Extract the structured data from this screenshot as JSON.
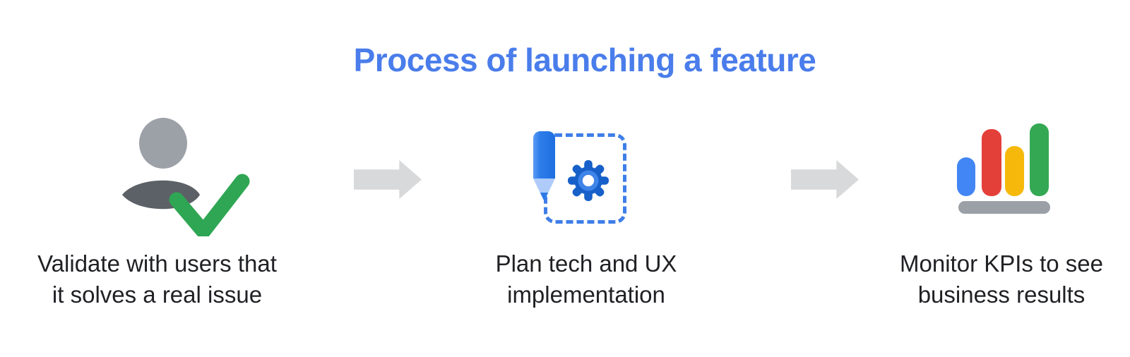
{
  "title": "Process of launching a feature",
  "steps": [
    {
      "icon": "user-validated-icon",
      "lines": [
        "Validate with users that",
        "it solves a real issue"
      ]
    },
    {
      "icon": "plan-pencil-gear-icon",
      "lines": [
        "Plan tech and UX",
        "implementation"
      ]
    },
    {
      "icon": "kpi-bar-chart-icon",
      "lines": [
        "Monitor KPIs to see",
        "business results"
      ]
    }
  ],
  "colors": {
    "title_blue": "#4A7DEB",
    "label_text": "#202124",
    "arrow_gray": "#D8D9DA",
    "person_head_gray": "#9CA1A8",
    "person_body_gray": "#5C6167",
    "check_green": "#2FA653",
    "pencil_blue": "#2E7DEA",
    "pencil_tip_light_blue": "#AECBFA",
    "gear_blue": "#1760C9",
    "dashed_border_blue": "#3E7EE8",
    "bar_blue": "#4285F4",
    "bar_red": "#E4403A",
    "bar_yellow": "#F6B90B",
    "bar_green": "#34A853",
    "chart_base_gray": "#9AA0A6"
  }
}
